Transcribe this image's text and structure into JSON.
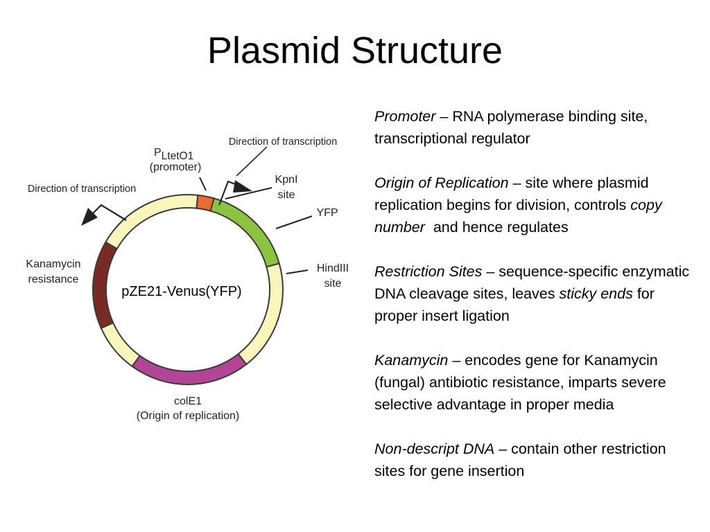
{
  "slide": {
    "title": "Plasmid Structure"
  },
  "diagram": {
    "plasmid_name": "pZE21-Venus(YFP)",
    "promoter": {
      "name_main": "P",
      "name_sub": "LtetO1",
      "name_paren": "(promoter)"
    },
    "kpni": {
      "line1": "KpnI",
      "line2": "site"
    },
    "yfp": {
      "label": "YFP"
    },
    "hindiii": {
      "line1": "HindIII",
      "line2": "site"
    },
    "kanamycin": {
      "line1": "Kanamycin",
      "line2": "resistance"
    },
    "cole1": {
      "line1": "colE1",
      "line2": "(Origin of replication)"
    },
    "direction_right": "Direction of transcription",
    "direction_left": "Direction of transcription",
    "colors": {
      "backbone": "#f8f5bd",
      "promoter": "#ec6a30",
      "yfp": "#8dc43f",
      "kanamycin": "#7a2a24",
      "cole1": "#b34596",
      "outline": "#3a3a3a"
    }
  },
  "descriptions": [
    {
      "term": "Promoter",
      "sep": " – ",
      "text": "RNA polymerase binding site, transcriptional regulator"
    },
    {
      "term": "Origin of Replication",
      "sep": " – ",
      "text": "site where plasmid replication begins for division, controls ",
      "term2": "copy number",
      "text2": "  and hence regulates"
    },
    {
      "term": "Restriction Sites",
      "sep": " – ",
      "text": "sequence-specific enzymatic DNA cleavage sites, leaves ",
      "term2": "sticky ends",
      "text2": " for proper insert ligation"
    },
    {
      "term": "Kanamycin",
      "sep": " – ",
      "text": "encodes gene for Kanamycin (fungal) antibiotic resistance, imparts severe selective advantage in proper media"
    },
    {
      "term": "Non-descript DNA",
      "sep": " – ",
      "text": "contain other restriction sites for gene insertion"
    }
  ]
}
